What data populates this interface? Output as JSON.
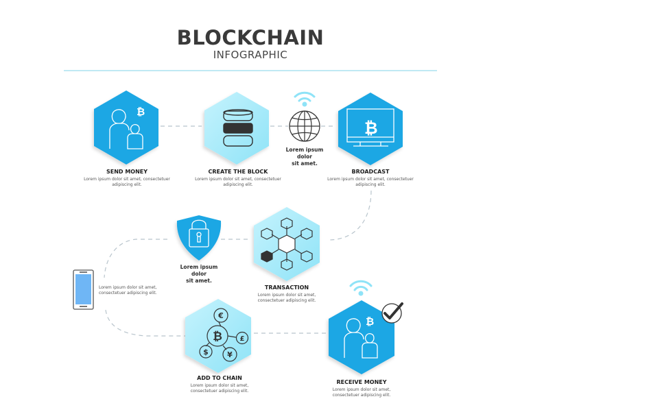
{
  "header": {
    "title": "BLOCKCHAIN",
    "subtitle": "INFOGRAPHIC"
  },
  "colors": {
    "primary_blue": "#1ea7e4",
    "light_cyan": "#a6ecfa",
    "dark_icon": "#333333",
    "divider": "#bfe9f3",
    "dash": "#b8c4cc",
    "phone_screen": "#6fb6f5"
  },
  "steps": [
    {
      "id": "send-money",
      "title": "SEND MONEY",
      "desc1": "Lorem ipsum dolor sit amet, consectetuer",
      "desc2": "adipiscing elit.",
      "icon": "users-bitcoin-icon"
    },
    {
      "id": "create-block",
      "title": "CREATE THE BLOCK",
      "desc1": "Lorem ipsum dolor sit amet, consectetuer",
      "desc2": "adipiscing elit.",
      "icon": "database-icon"
    },
    {
      "id": "broadcast",
      "title": "BROADCAST",
      "desc1": "Lorem ipsum dolor sit amet, consectetuer",
      "desc2": "adipiscing elit.",
      "icon": "monitor-bitcoin-icon"
    },
    {
      "id": "transaction",
      "title": "TRANSACTION",
      "desc1": "Lorem ipsum dolor sit amet,",
      "desc2": "consectetuer adipiscing elit.",
      "icon": "hexagon-network-icon"
    },
    {
      "id": "add-to-chain",
      "title": "ADD TO CHAIN",
      "desc1": "Lorem ipsum dolor sit amet,",
      "desc2": "consectetuer adipiscing elit.",
      "icon": "currency-network-icon"
    },
    {
      "id": "receive-money",
      "title": "RECEIVE MONEY",
      "desc1": "Lorem ipsum dolor sit amet,",
      "desc2": "consectetuer adipiscing elit.",
      "icon": "users-bitcoin-check-icon"
    }
  ],
  "captions": {
    "globe": {
      "line1": "Lorem ipsum dolor",
      "line2": "sit amet.",
      "icon": "globe-wifi-icon"
    },
    "shield": {
      "line1": "Lorem ipsum dolor",
      "line2": "sit amet.",
      "icon": "shield-lock-icon"
    },
    "phone": {
      "line1": "Lorem ipsum dolor sit amet,",
      "line2": "consectetuer adipiscing elit.",
      "icon": "smartphone-icon"
    }
  }
}
